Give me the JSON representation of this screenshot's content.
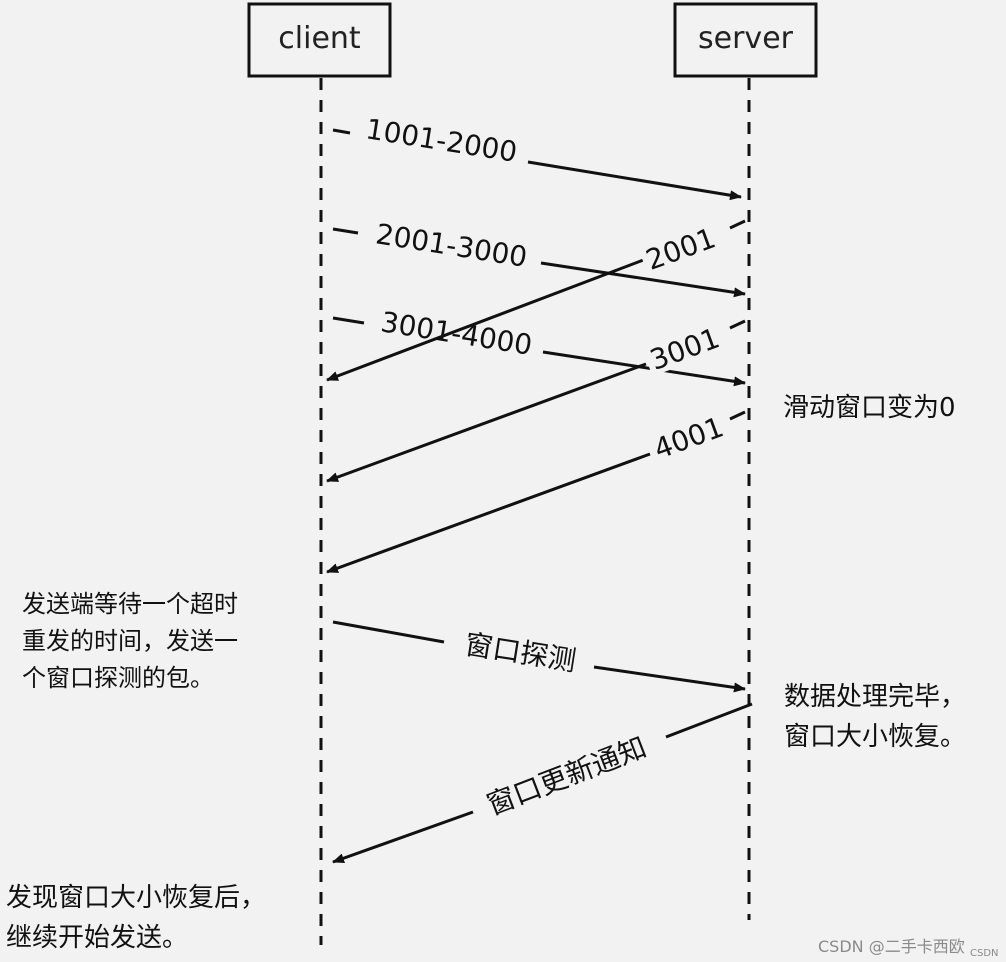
{
  "actors": {
    "client": "client",
    "server": "server"
  },
  "messages": [
    {
      "label": "1001-2000",
      "direction": "client-to-server"
    },
    {
      "label": "2001-3000",
      "direction": "client-to-server"
    },
    {
      "label": "3001-4000",
      "direction": "client-to-server"
    },
    {
      "label": "2001",
      "direction": "server-to-client"
    },
    {
      "label": "3001",
      "direction": "server-to-client"
    },
    {
      "label": "4001",
      "direction": "server-to-client"
    },
    {
      "label": "窗口探测",
      "direction": "client-to-server"
    },
    {
      "label": "窗口更新通知",
      "direction": "server-to-client"
    }
  ],
  "notes": {
    "server_window_zero": "滑动窗口变为0",
    "client_probe": [
      "发送端等待一个超时",
      "重发的时间，发送一",
      "个窗口探测的包。"
    ],
    "server_recovered": [
      "数据处理完毕，",
      "窗口大小恢复。"
    ],
    "client_resume": [
      "发现窗口大小恢复后，",
      "继续开始发送。"
    ]
  },
  "watermark": {
    "main": "CSDN @二手卡西欧",
    "small": "CSDN"
  },
  "colors": {
    "background": "#f2f2f2",
    "line": "#111111"
  }
}
